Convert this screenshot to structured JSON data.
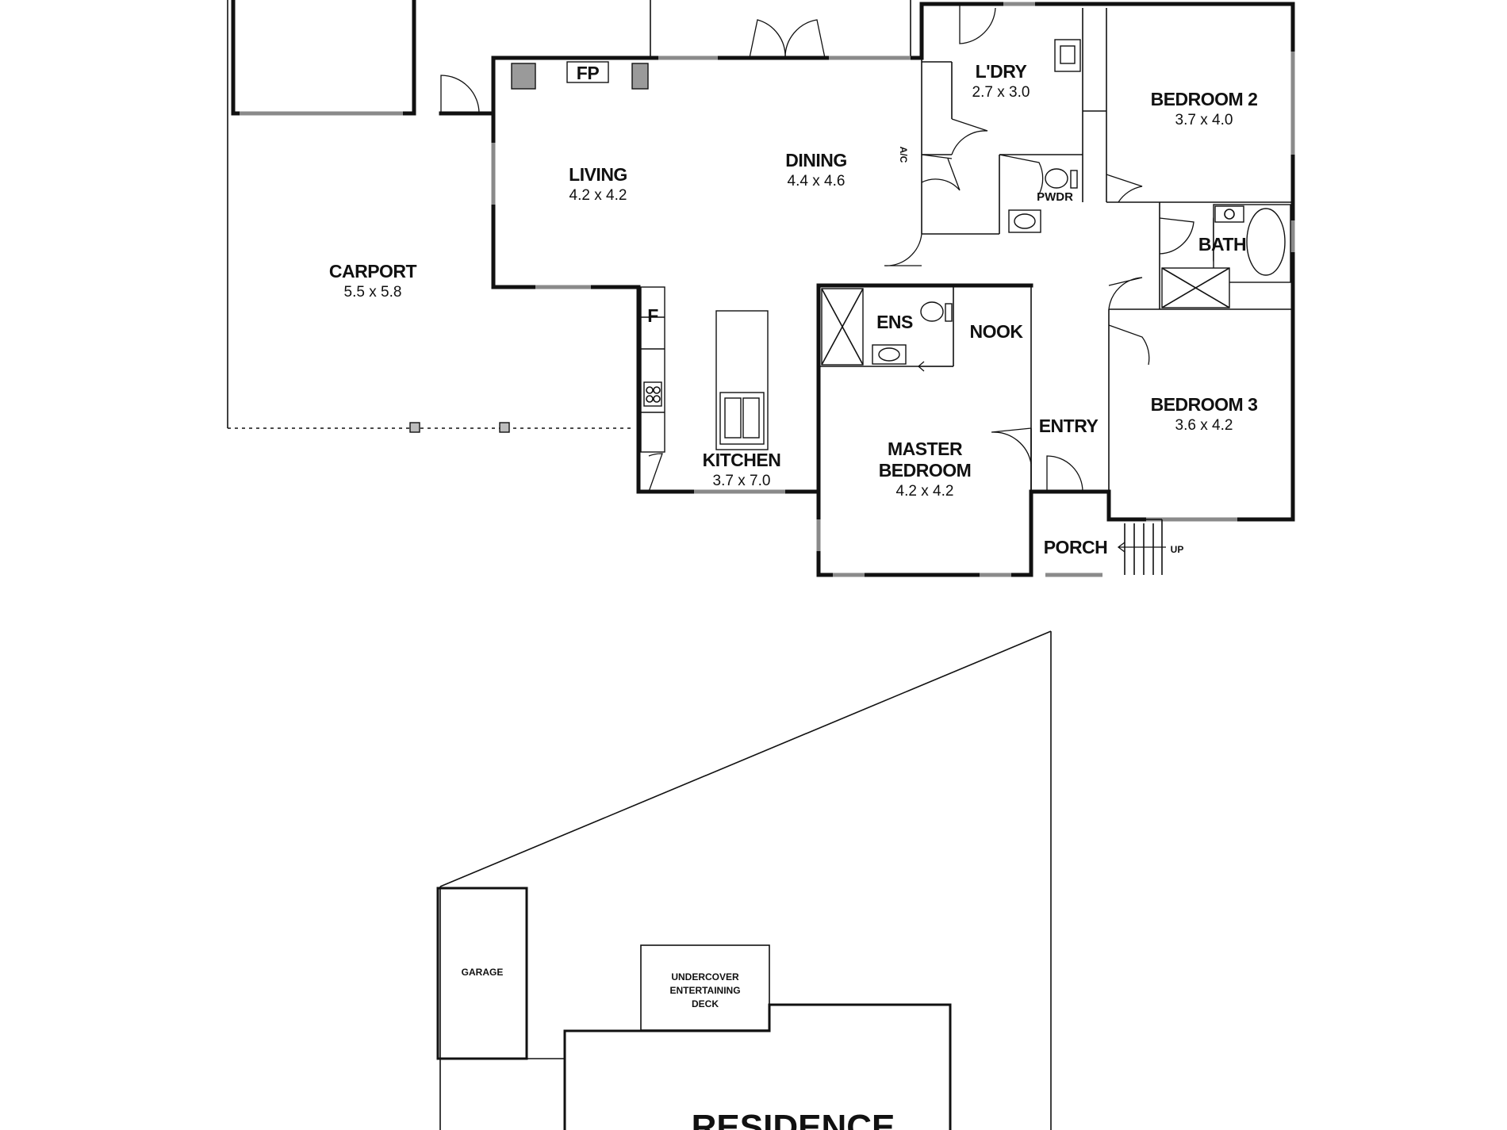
{
  "rooms": {
    "carport": {
      "name": "CARPORT",
      "size": "5.5 x 5.8"
    },
    "living": {
      "name": "LIVING",
      "size": "4.2 x 4.2"
    },
    "dining": {
      "name": "DINING",
      "size": "4.4 x 4.6"
    },
    "laundry": {
      "name": "L'DRY",
      "size": "2.7 x 3.0"
    },
    "bedroom2": {
      "name": "BEDROOM 2",
      "size": "3.7 x 4.0"
    },
    "bedroom3": {
      "name": "BEDROOM 3",
      "size": "3.6 x 4.2"
    },
    "kitchen": {
      "name": "KITCHEN",
      "size": "3.7 x 7.0"
    },
    "master": {
      "name_line1": "MASTER",
      "name_line2": "BEDROOM",
      "size": "4.2 x 4.2"
    },
    "powder": {
      "name": "PWDR"
    },
    "bath": {
      "name": "BATH"
    },
    "ensuite": {
      "name": "ENS"
    },
    "nook": {
      "name": "NOOK"
    },
    "entry": {
      "name": "ENTRY"
    },
    "porch": {
      "name": "PORCH"
    }
  },
  "fixtures": {
    "fireplace": "FP",
    "fridge": "F",
    "air_conditioner": "A/C",
    "stairs_up": "UP"
  },
  "site_plan": {
    "garage": "GARAGE",
    "deck_line1": "UNDERCOVER",
    "deck_line2": "ENTERTAINING",
    "deck_line3": "DECK",
    "residence": "RESIDENCE"
  }
}
